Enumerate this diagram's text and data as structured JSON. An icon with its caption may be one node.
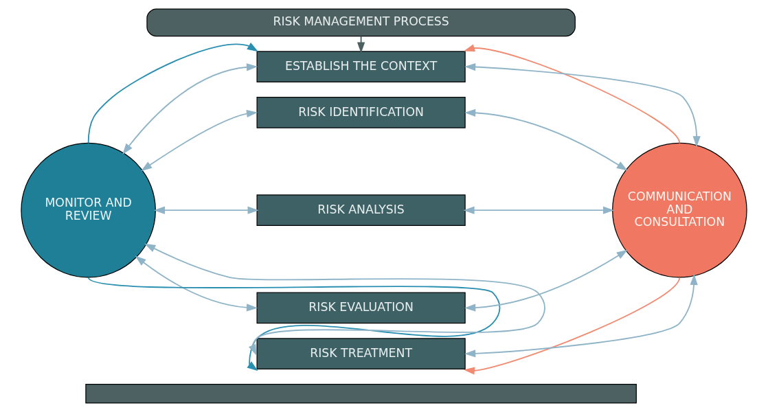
{
  "diagram": {
    "nodes": [
      {
        "text": [
          "RISK MANAGEMENT PROCESS"
        ]
      },
      {
        "text": [
          "MONITOR AND REVIEW"
        ]
      },
      {
        "text": [
          "ESTABLISH THE CONTEXT"
        ]
      },
      {
        "text": [
          "RISK IDENTIFICATION"
        ]
      },
      {
        "text": [
          "RISK ANALYSIS"
        ]
      },
      {
        "text": [
          "RISK EVALUATION"
        ]
      },
      {
        "text": [
          "RISK TREATMENT"
        ]
      },
      {
        "text": [
          "COMMUNICATION AND CONSULTATION"
        ]
      },
      {
        "text": [],
        "shape": "bar"
      }
    ],
    "edges": [
      {
        "from": 0,
        "to": 2,
        "arrow": "to",
        "color": "#4d6062"
      },
      {
        "from": 1,
        "to": 2,
        "arrow": "to",
        "color": "#2a8fb0"
      },
      {
        "from": 1,
        "to": 6,
        "arrow": "to",
        "color": "#2a8fb0"
      },
      {
        "from": 7,
        "to": 2,
        "arrow": "to",
        "color": "#f08a70"
      },
      {
        "from": 7,
        "to": 6,
        "arrow": "to",
        "color": "#f08a70"
      },
      {
        "from": 1,
        "to": 2,
        "arrow": "both"
      },
      {
        "from": 1,
        "to": 3,
        "arrow": "both"
      },
      {
        "from": 1,
        "to": 4,
        "arrow": "both"
      },
      {
        "from": 1,
        "to": 5,
        "arrow": "both"
      },
      {
        "from": 1,
        "to": 6,
        "arrow": "both"
      },
      {
        "from": 7,
        "to": 2,
        "arrow": "both"
      },
      {
        "from": 7,
        "to": 3,
        "arrow": "both"
      },
      {
        "from": 7,
        "to": 4,
        "arrow": "both"
      },
      {
        "from": 7,
        "to": 5,
        "arrow": "both"
      },
      {
        "from": 7,
        "to": 6,
        "arrow": "both"
      }
    ]
  }
}
